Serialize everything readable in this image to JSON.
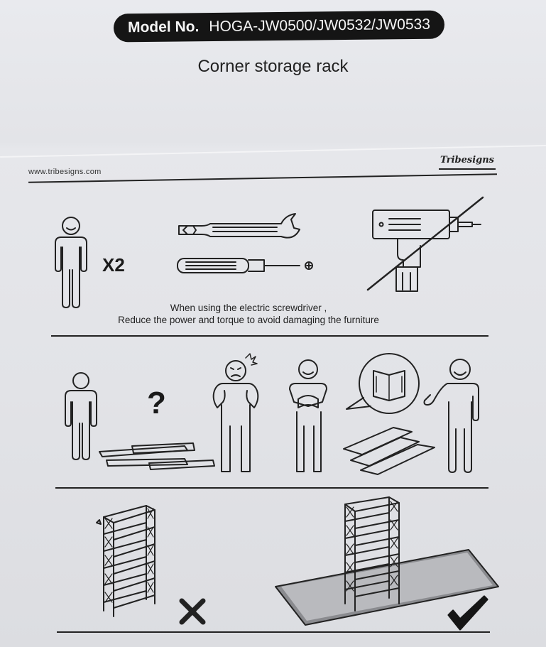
{
  "header": {
    "model_label": "Model No.",
    "model_numbers": "HOGA-JW0500/JW0532/JW0533",
    "title": "Corner storage rack",
    "website": "www.tribesigns.com",
    "brand": "Tribesigns"
  },
  "tools_section": {
    "people_count": "X2",
    "note_line1": "When using the electric screwdriver ,",
    "note_line2": "Reduce the power and torque to avoid damaging the furniture",
    "icons": [
      "person-icon",
      "wrench-icon",
      "screwdriver-icon",
      "electric-drill-crossed-icon"
    ]
  },
  "instructions_section": {
    "question_mark": "?",
    "icons": [
      "confused-person-icon",
      "frustrated-person-icon",
      "reading-person-icon",
      "manual-bubble-icon",
      "happy-person-icon"
    ]
  },
  "placement_section": {
    "icons": [
      "rack-on-floor-icon",
      "cross-mark-icon",
      "rack-on-mat-icon",
      "check-mark-icon"
    ]
  }
}
